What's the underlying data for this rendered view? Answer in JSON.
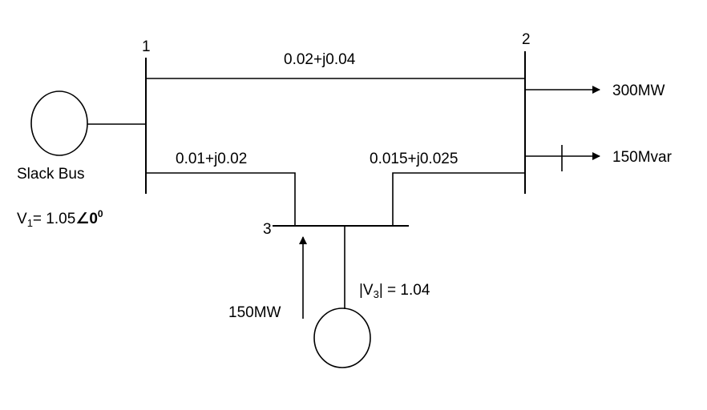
{
  "buses": {
    "bus1": {
      "number": "1"
    },
    "bus2": {
      "number": "2"
    },
    "bus3": {
      "number": "3"
    }
  },
  "lines": {
    "line_1_2": {
      "impedance": "0.02+j0.04"
    },
    "line_1_3": {
      "impedance": "0.01+j0.02"
    },
    "line_2_3": {
      "impedance": "0.015+j0.025"
    }
  },
  "slack": {
    "label": "Slack Bus",
    "voltage_prefix": "V",
    "voltage_subscript": "1",
    "voltage_value": "= 1.05",
    "angle_symbol": "∠",
    "angle_value": "0",
    "angle_unit": "0"
  },
  "load": {
    "real_power": "300MW",
    "reactive_power": "150Mvar"
  },
  "generator3": {
    "injection": "150MW",
    "voltage_open": "|V",
    "voltage_subscript": "3",
    "voltage_close": "| = 1.04"
  }
}
